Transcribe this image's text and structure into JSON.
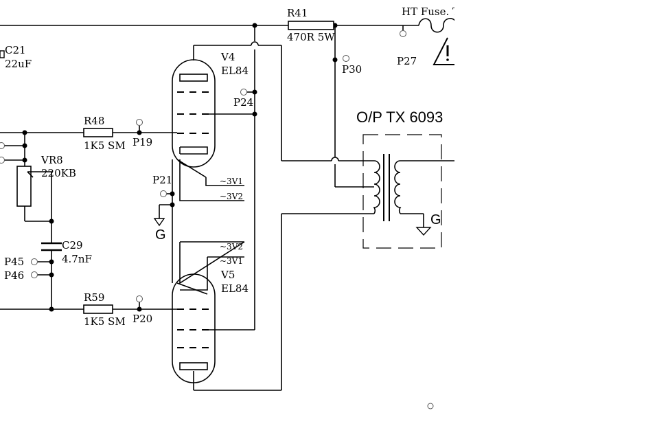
{
  "labels": {
    "c21_name": "C21",
    "c21_value": "22uF",
    "r48_name": "R48",
    "r48_value": "1K5 SM",
    "p19": "P19",
    "vr8_name": "VR8",
    "vr8_value": "220KB",
    "c29_name": "C29",
    "c29_value": "4.7nF",
    "p45": "P45",
    "p46": "P46",
    "r59_name": "R59",
    "r59_value": "1K5 SM",
    "p20": "P20",
    "v4_name": "V4",
    "v4_type": "EL84",
    "p24": "P24",
    "p21": "P21",
    "gnd_left": "G",
    "heater_3v1_top": "~3V1",
    "heater_3v2_top": "~3V2",
    "heater_3v2_bot": "~3V2",
    "heater_3v1_bot": "~3V1",
    "v5_name": "V5",
    "v5_type": "EL84",
    "r41_name": "R41",
    "r41_value": "470R 5W",
    "p30": "P30",
    "ht_fuse": "HT Fuse. T",
    "p27": "P27",
    "op_tx": "O/P TX 6093",
    "gnd_right": "G"
  },
  "icons": {
    "warning": "warning-triangle-icon",
    "fuse": "fuse-icon"
  }
}
